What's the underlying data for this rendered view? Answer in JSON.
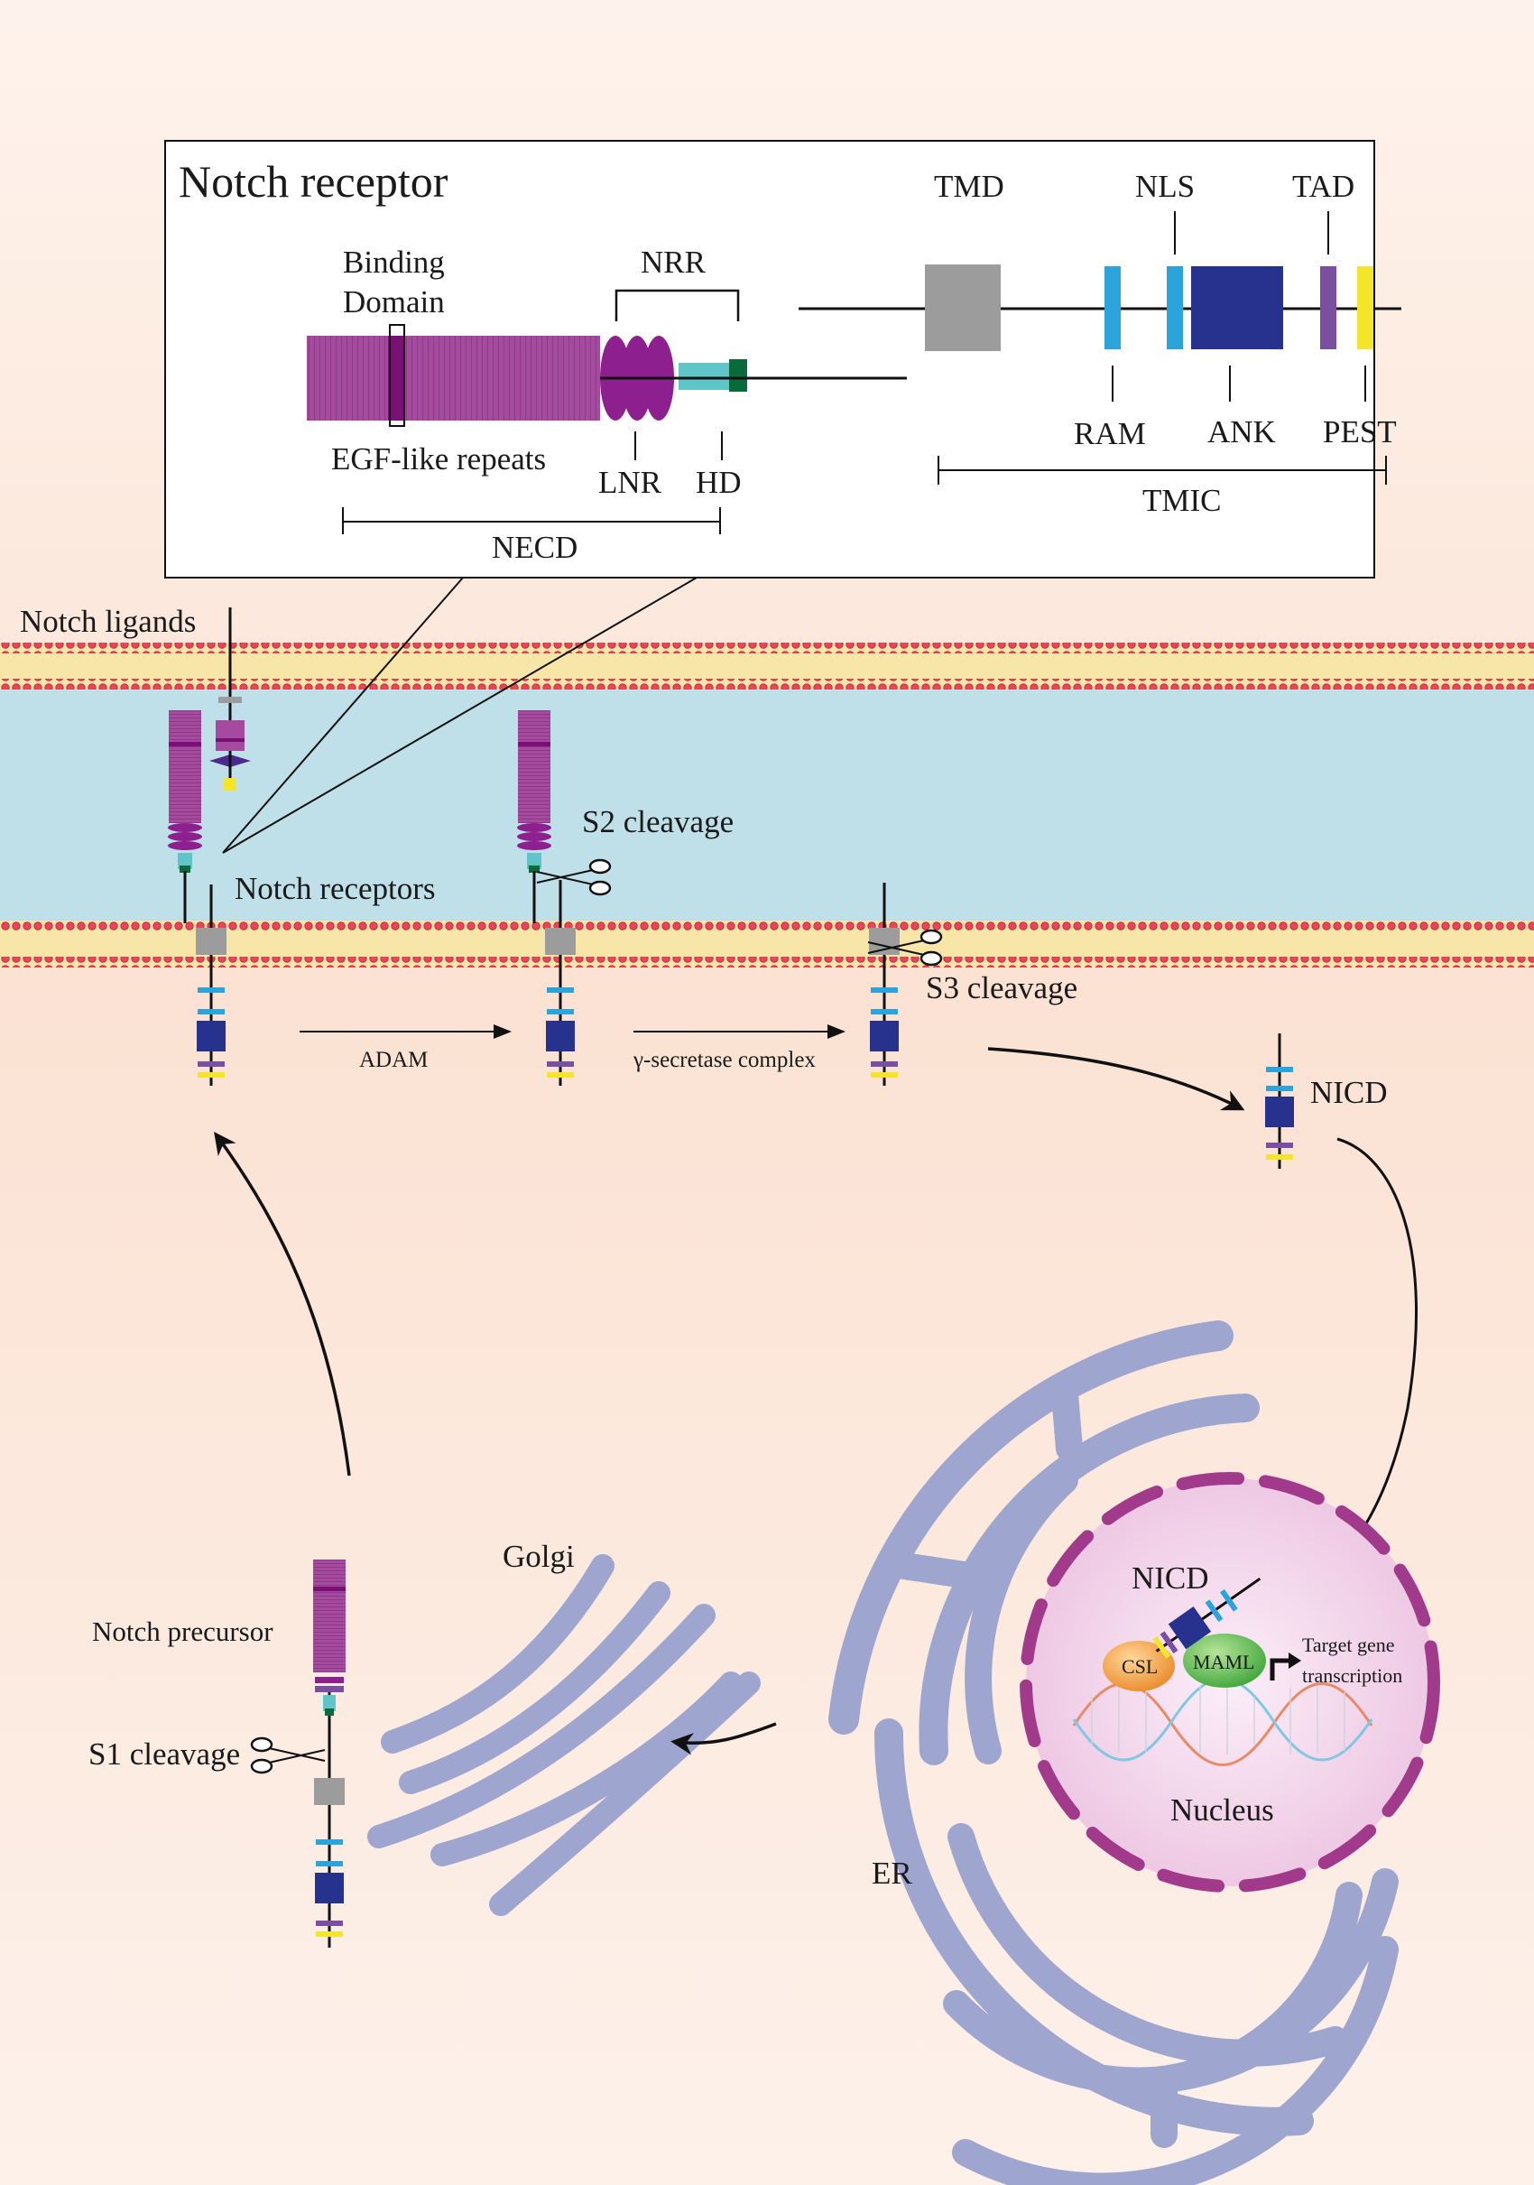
{
  "colors": {
    "bg_top": "#fdebdf",
    "bg_mid": "#fbe3d4",
    "bg_bottom": "#fdf2ec",
    "extracellular": "#bfdfe9",
    "membrane_core": "#f7e6a8",
    "lipid_head": "#e8425a",
    "egf": "#a64aa0",
    "binding": "#7a0f78",
    "lnr": "#8e1f8e",
    "hd_light": "#5fc5c8",
    "hd_dark": "#0b6a3a",
    "tmd": "#9c9c9c",
    "ram": "#2ba4dc",
    "ank": "#27318e",
    "tad": "#7a4ea0",
    "pest": "#f5e52a",
    "organelle": "#9ea6cf",
    "nucleus": "#f3d4ea",
    "nuclear_pore": "#a23a8c",
    "csl": "#f09a3a",
    "maml": "#4fb34a"
  },
  "inset": {
    "title": "Notch receptor",
    "binding_domain": [
      "Binding",
      "Domain"
    ],
    "nrr": "NRR",
    "egf_repeats": "EGF-like repeats",
    "lnr": "LNR",
    "hd": "HD",
    "necd": "NECD",
    "tmd": "TMD",
    "nls": "NLS",
    "tad": "TAD",
    "ram": "RAM",
    "ank": "ANK",
    "pest": "PEST",
    "tmic": "TMIC"
  },
  "labels": {
    "notch_ligands": "Notch ligands",
    "notch_receptors": "Notch receptors",
    "s2_cleavage": "S2 cleavage",
    "s3_cleavage": "S3 cleavage",
    "adam": "ADAM",
    "gamma_secretase": "γ-secretase complex",
    "nicd": "NICD",
    "nicd_nucleus": "NICD",
    "golgi": "Golgi",
    "notch_precursor": "Notch precursor",
    "s1_cleavage": "S1 cleavage",
    "er": "ER",
    "nucleus": "Nucleus",
    "csl": "CSL",
    "maml": "MAML",
    "target_gene": [
      "Target gene",
      "transcription"
    ]
  }
}
